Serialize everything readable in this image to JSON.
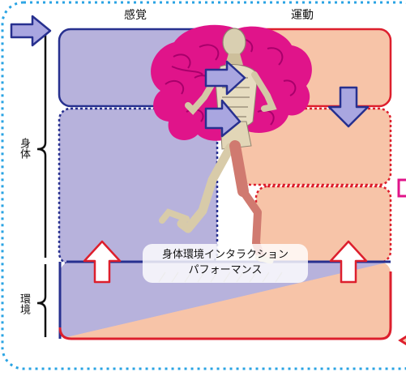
{
  "headers": {
    "sensing": "感覚",
    "motor": "運動"
  },
  "side_labels": {
    "body": "身体",
    "environment": "環境"
  },
  "caption": {
    "line1": "身体環境インタラクション",
    "line2": "パフォーマンス"
  },
  "colors": {
    "blue_panel": "#b7b2dc",
    "orange_panel": "#f7c4a8",
    "navy": "#27308f",
    "red": "#dd1f2d",
    "magenta": "#e0148a",
    "skyblue_dotted": "#29a3e3",
    "arrow_fill_blue": "#a9a6e0",
    "arrow_fill_white": "#ffffff"
  },
  "icons": [
    "brain-icon",
    "skeleton-runner-icon",
    "arrow-right-icon",
    "arrow-down-icon",
    "arrow-up-icon"
  ]
}
